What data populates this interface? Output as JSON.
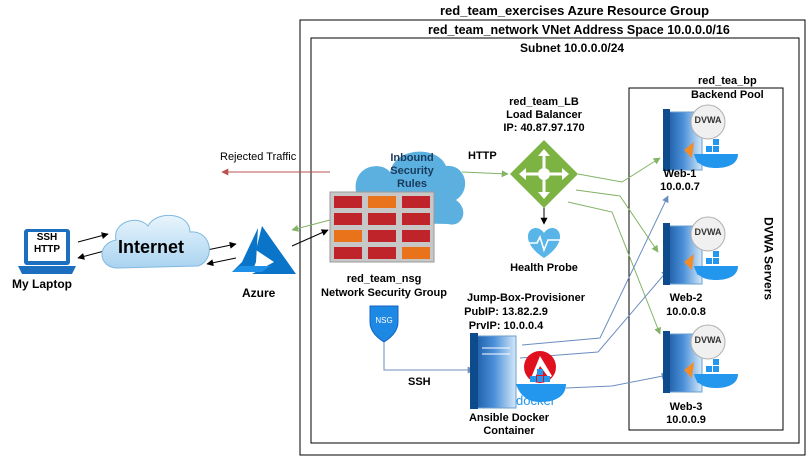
{
  "containers": {
    "resource_group": "red_team_exercises Azure Resource Group",
    "vnet": "red_team_network VNet Address Space 10.0.0.0/16",
    "subnet": "Subnet 10.0.0.0/24",
    "backend_pool_name": "red_tea_bp",
    "backend_pool_label": "Backend Pool",
    "dvwa_servers": "DVWA Servers"
  },
  "laptop": {
    "protocols": [
      "SSH",
      "HTTP"
    ],
    "name": "My Laptop"
  },
  "internet": {
    "name": "Internet"
  },
  "azure": {
    "name": "Azure"
  },
  "rejected": {
    "label": "Rejected Traffic"
  },
  "inbound_rules": {
    "lines": [
      "Inbound",
      "Security",
      "Rules"
    ]
  },
  "nsg": {
    "name": "red_team_nsg",
    "type": "Network Security Group",
    "badge": "NSG"
  },
  "http": {
    "label": "HTTP"
  },
  "ssh": {
    "label": "SSH"
  },
  "load_balancer": {
    "name": "red_team_LB",
    "type": "Load Balancer",
    "ip": "IP: 40.87.97.170"
  },
  "health_probe": {
    "label": "Health Probe"
  },
  "jumpbox": {
    "name": "Jump-Box-Provisioner",
    "pub_ip": "PubIP: 13.82.2.9",
    "prv_ip": "PrvIP: 10.0.0.4"
  },
  "ansible": {
    "lines": [
      "Ansible Docker",
      "Container"
    ]
  },
  "docker_text": "docker",
  "dvwa_text": "DVWA",
  "web_servers": [
    {
      "name": "Web-1",
      "ip": "10.0.0.7"
    },
    {
      "name": "Web-2",
      "ip": "10.0.0.8"
    },
    {
      "name": "Web-3",
      "ip": "10.0.0.9"
    }
  ],
  "colors": {
    "green_arrow": "#82b366",
    "blue_line": "#6c8ebf",
    "red_arrow": "#b85450",
    "firewall_red": "#c0242b",
    "firewall_orange": "#e8731a",
    "cloud_blue": "#5bb0e0",
    "lb_green": "#7cb342",
    "azure_blue": "#0a74c8",
    "docker_blue": "#2396ed"
  }
}
